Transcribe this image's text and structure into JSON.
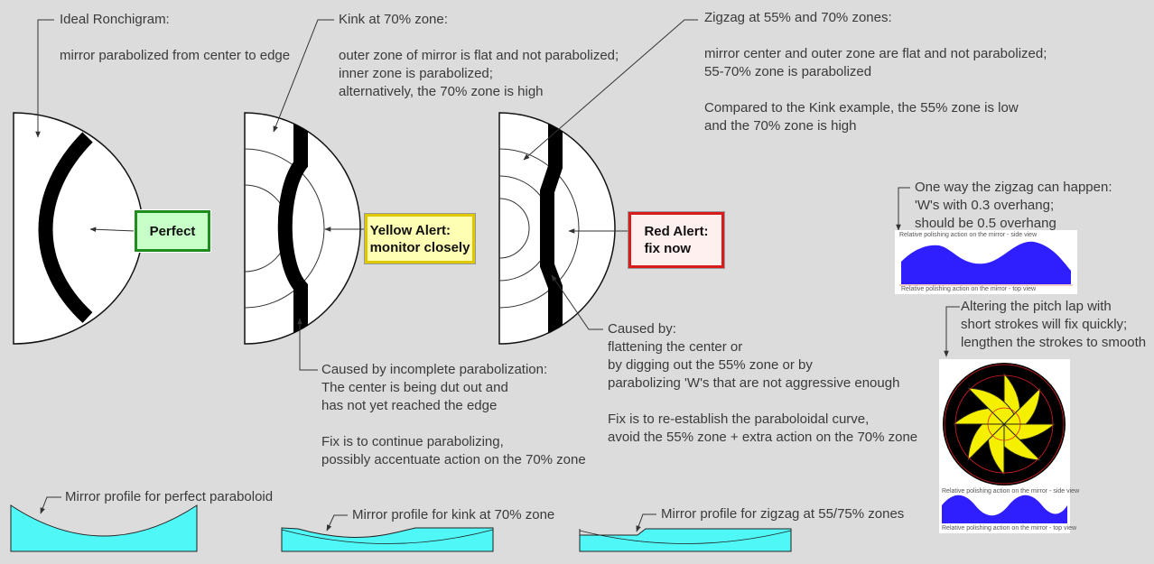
{
  "annotations": {
    "ideal": "Ideal Ronchigram:\n\nmirror parabolized from center to edge",
    "kink": "Kink at 70% zone:\n\nouter zone of mirror is flat and not parabolized;\ninner zone is parabolized;\nalternatively, the 70% zone is high",
    "zigzag": "Zigzag at 55% and 70% zones:\n\nmirror center and outer zone are flat and not parabolized;\n55-70% zone is parabolized\n\nCompared to the Kink example, the 55% zone is low\nand the 70% zone is high",
    "kink_cause": "Caused by incomplete parabolization:\nThe center is being dut out and\nhas not yet reached the edge\n\nFix is to continue parabolizing,\npossibly accentuate action on the 70% zone",
    "zigzag_cause": "Caused by:\nflattening the center or\nby digging out the 55% zone or by\nparabolizing 'W's that are not aggressive enough\n\nFix is to re-establish the paraboloidal curve,\navoid the 55% zone + extra action on the 70% zone",
    "w_note": "One way the zigzag can happen:\n'W's with 0.3 overhang;\nshould be 0.5 overhang",
    "lap_note": "Altering the pitch lap with\nshort strokes will fix quickly;\nlengthen the strokes to smooth"
  },
  "badges": {
    "perfect": "Perfect",
    "yellow": "Yellow Alert:\nmonitor closely",
    "red": "Red Alert:\nfix now"
  },
  "profiles": {
    "perfect": "Mirror profile for perfect paraboloid",
    "kink": "Mirror profile for kink at 70% zone",
    "zigzag": "Mirror profile for zigzag at 55/75% zones"
  },
  "plot_captions": {
    "side_view": "Relative polishing action on the mirror - side view",
    "top_view": "Relative polishing action on the mirror - top view"
  },
  "colors": {
    "background": "#dcdcdc",
    "perfect_badge": "#c8ffc8",
    "perfect_border": "#1e8c1e",
    "yellow_badge": "#ffffb4",
    "yellow_border": "#e0c800",
    "red_badge": "#fff0f0",
    "red_border": "#d81c1c",
    "profile_fill": "#4ff7f7",
    "polish_fill": "#2f1fff",
    "lap_yellow": "#f5f000"
  }
}
